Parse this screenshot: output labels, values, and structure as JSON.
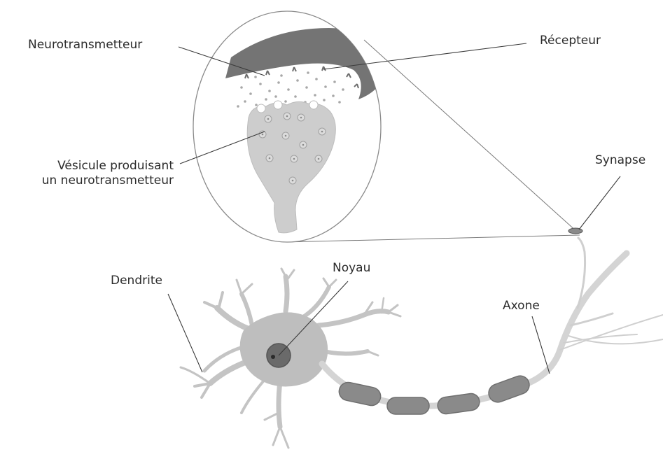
{
  "labels": {
    "neurotransmitter": "Neurotransmetteur",
    "receptor": "Récepteur",
    "vesicle_line1": "Vésicule produisant",
    "vesicle_line2": "un neurotransmetteur",
    "synapse": "Synapse",
    "dendrite": "Dendrite",
    "nucleus": "Noyau",
    "axon": "Axone"
  },
  "colors": {
    "membrane": "#747474",
    "bulb": "#cdcdcd",
    "soma": "#bebebe",
    "nucleus": "#6a6a6a",
    "myelin": "#8a8a8a",
    "axon": "#d4d4d4",
    "line": "#3a3a3a",
    "text": "#2b2b2b"
  }
}
